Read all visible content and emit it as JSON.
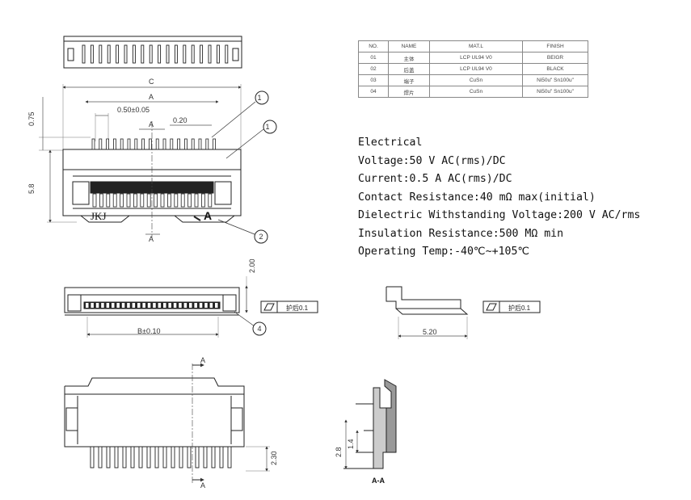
{
  "bom": {
    "headers": [
      "NO.",
      "NAME",
      "MAT.L",
      "FINISH"
    ],
    "rows": [
      [
        "01",
        "主体",
        "LCP UL94 V0",
        "BEIGR"
      ],
      [
        "02",
        "后盖",
        "LCP UL94 V0",
        "BLACK"
      ],
      [
        "03",
        "端子",
        "CuSn",
        "Ni50u\" Sn100u\""
      ],
      [
        "04",
        "焊片",
        "CuSn",
        "Ni50u\" Sn100u\""
      ]
    ]
  },
  "electrical": {
    "title": "Electrical",
    "voltage": "Voltage:50 V AC(rms)/DC",
    "current": "Current:0.5 A AC(rms)/DC",
    "contact_resistance": "Contact Resistance:40 mΩ max(initial)",
    "dielectric": "Dielectric Withstanding Voltage:200 V AC/rms",
    "insulation": "Insulation Resistance:500 MΩ min",
    "temp": "Operating Temp:-40℃~+105℃"
  },
  "dimensions": {
    "c": "C",
    "a": "A",
    "pitch": "0.50±0.05",
    "a_small": "A",
    "gap": "0.20",
    "d075": "0.75",
    "d58": "5.8",
    "d200": "2.00",
    "b": "B±0.10",
    "d520": "5.20",
    "d230": "2.30",
    "d28": "2.8",
    "d14": "1.4"
  },
  "labels": {
    "brand": "JKJ",
    "view_mark": "A",
    "section_a_top": "A",
    "section_a_bottom": "A",
    "section_title": "A-A",
    "cut_top": "A",
    "cut_bottom": "A",
    "balloon1": "1",
    "balloon2": "1",
    "balloon3": "2",
    "balloon4": "4",
    "tolerance1": "护后0.1",
    "tolerance2": "护后0.1"
  }
}
